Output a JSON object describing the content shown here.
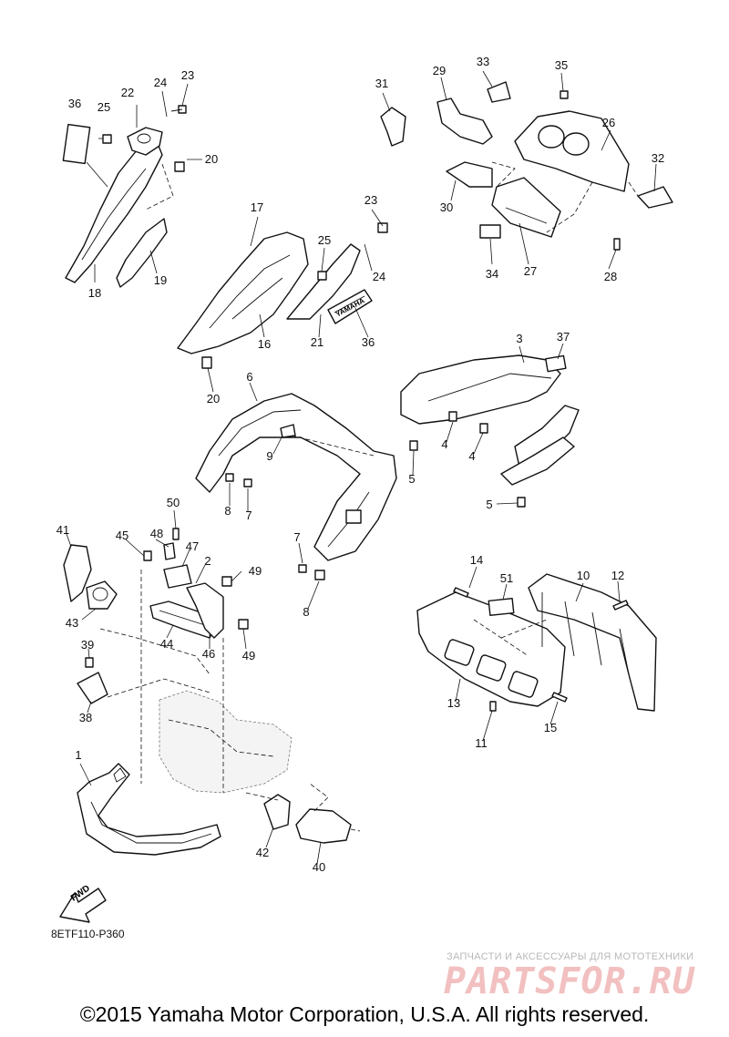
{
  "callouts": [
    {
      "id": "c1",
      "text": "1"
    },
    {
      "id": "c2",
      "text": "2"
    },
    {
      "id": "c3",
      "text": "3"
    },
    {
      "id": "c4a",
      "text": "4"
    },
    {
      "id": "c4b",
      "text": "4"
    },
    {
      "id": "c5a",
      "text": "5"
    },
    {
      "id": "c5b",
      "text": "5"
    },
    {
      "id": "c6",
      "text": "6"
    },
    {
      "id": "c7a",
      "text": "7"
    },
    {
      "id": "c7b",
      "text": "7"
    },
    {
      "id": "c8a",
      "text": "8"
    },
    {
      "id": "c8b",
      "text": "8"
    },
    {
      "id": "c9",
      "text": "9"
    },
    {
      "id": "c10",
      "text": "10"
    },
    {
      "id": "c11",
      "text": "11"
    },
    {
      "id": "c12",
      "text": "12"
    },
    {
      "id": "c13",
      "text": "13"
    },
    {
      "id": "c14",
      "text": "14"
    },
    {
      "id": "c15",
      "text": "15"
    },
    {
      "id": "c16",
      "text": "16"
    },
    {
      "id": "c17",
      "text": "17"
    },
    {
      "id": "c18",
      "text": "18"
    },
    {
      "id": "c19",
      "text": "19"
    },
    {
      "id": "c20a",
      "text": "20"
    },
    {
      "id": "c20b",
      "text": "20"
    },
    {
      "id": "c21",
      "text": "21"
    },
    {
      "id": "c22",
      "text": "22"
    },
    {
      "id": "c23a",
      "text": "23"
    },
    {
      "id": "c23b",
      "text": "23"
    },
    {
      "id": "c24a",
      "text": "24"
    },
    {
      "id": "c24b",
      "text": "24"
    },
    {
      "id": "c25a",
      "text": "25"
    },
    {
      "id": "c25b",
      "text": "25"
    },
    {
      "id": "c26",
      "text": "26"
    },
    {
      "id": "c27",
      "text": "27"
    },
    {
      "id": "c28",
      "text": "28"
    },
    {
      "id": "c29",
      "text": "29"
    },
    {
      "id": "c30",
      "text": "30"
    },
    {
      "id": "c31",
      "text": "31"
    },
    {
      "id": "c32",
      "text": "32"
    },
    {
      "id": "c33",
      "text": "33"
    },
    {
      "id": "c34",
      "text": "34"
    },
    {
      "id": "c35",
      "text": "35"
    },
    {
      "id": "c36a",
      "text": "36"
    },
    {
      "id": "c36b",
      "text": "36"
    },
    {
      "id": "c37",
      "text": "37"
    },
    {
      "id": "c38",
      "text": "38"
    },
    {
      "id": "c39",
      "text": "39"
    },
    {
      "id": "c40",
      "text": "40"
    },
    {
      "id": "c41",
      "text": "41"
    },
    {
      "id": "c42",
      "text": "42"
    },
    {
      "id": "c43",
      "text": "43"
    },
    {
      "id": "c44",
      "text": "44"
    },
    {
      "id": "c45",
      "text": "45"
    },
    {
      "id": "c46",
      "text": "46"
    },
    {
      "id": "c47",
      "text": "47"
    },
    {
      "id": "c48",
      "text": "48"
    },
    {
      "id": "c49a",
      "text": "49"
    },
    {
      "id": "c49b",
      "text": "49"
    },
    {
      "id": "c50",
      "text": "50"
    },
    {
      "id": "c51",
      "text": "51"
    }
  ],
  "fwd_label": "FWD",
  "sticker_text": "YAMAHA",
  "diagram_code": "8ETF110-P360",
  "watermark": {
    "small": "ЗАПЧАСТИ И АКСЕССУАРЫ ДЛЯ МОТОТЕХНИКИ",
    "big": "PARTSFOR.RU"
  },
  "copyright": "©2015 Yamaha Motor Corporation, U.S.A. All rights reserved.",
  "colors": {
    "ink": "#111111",
    "watermark": "#f2c0c0",
    "watermark_gray": "#b8b8b8"
  }
}
